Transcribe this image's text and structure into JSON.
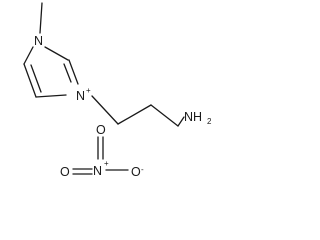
{
  "structure": {
    "cation": {
      "atoms": {
        "n_methyl": "N",
        "n_ring_charged": "N",
        "charge": "+",
        "amine": "NH",
        "amine_subscript": "2"
      }
    },
    "anion": {
      "atoms": {
        "n_nitrate": "N",
        "n_charge": "+",
        "o_double": "O",
        "o_double_2": "O",
        "o_single": "O",
        "o_charge": "-"
      }
    }
  }
}
